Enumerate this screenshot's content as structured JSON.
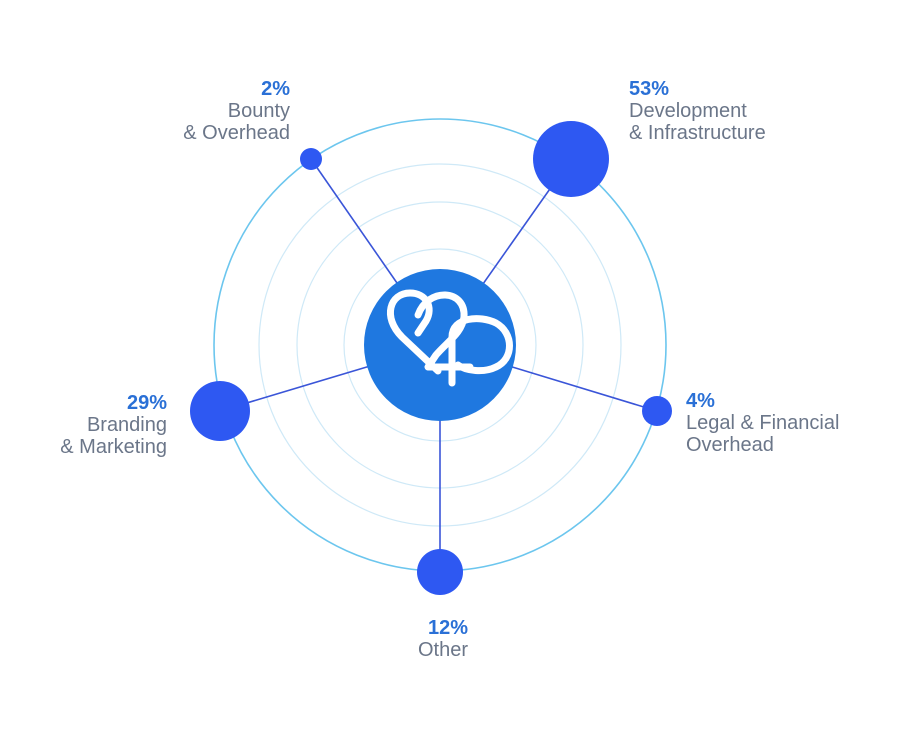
{
  "chart_data": {
    "type": "bubble-radial",
    "center_logo": "p2p-logo-icon",
    "colors": {
      "center": "#1f78e0",
      "node": "#2e58f2",
      "spoke": "#3a55d8",
      "outer_ring": "#6cc6ee",
      "inner_rings": "#cfe9f7",
      "percent_text": "#2a70d6",
      "label_text": "#6b7689"
    },
    "series": [
      {
        "id": "bounty",
        "percent_label": "2%",
        "label_lines": [
          "Bounty",
          "& Overhead"
        ],
        "value": 2
      },
      {
        "id": "development",
        "percent_label": "53%",
        "label_lines": [
          "Development",
          "& Infrastructure"
        ],
        "value": 53
      },
      {
        "id": "legal",
        "percent_label": "4%",
        "label_lines": [
          "Legal & Financial",
          "Overhead"
        ],
        "value": 4
      },
      {
        "id": "other",
        "percent_label": "12%",
        "label_lines": [
          "Other"
        ],
        "value": 12
      },
      {
        "id": "branding",
        "percent_label": "29%",
        "label_lines": [
          "Branding",
          "& Marketing"
        ],
        "value": 29
      }
    ]
  }
}
